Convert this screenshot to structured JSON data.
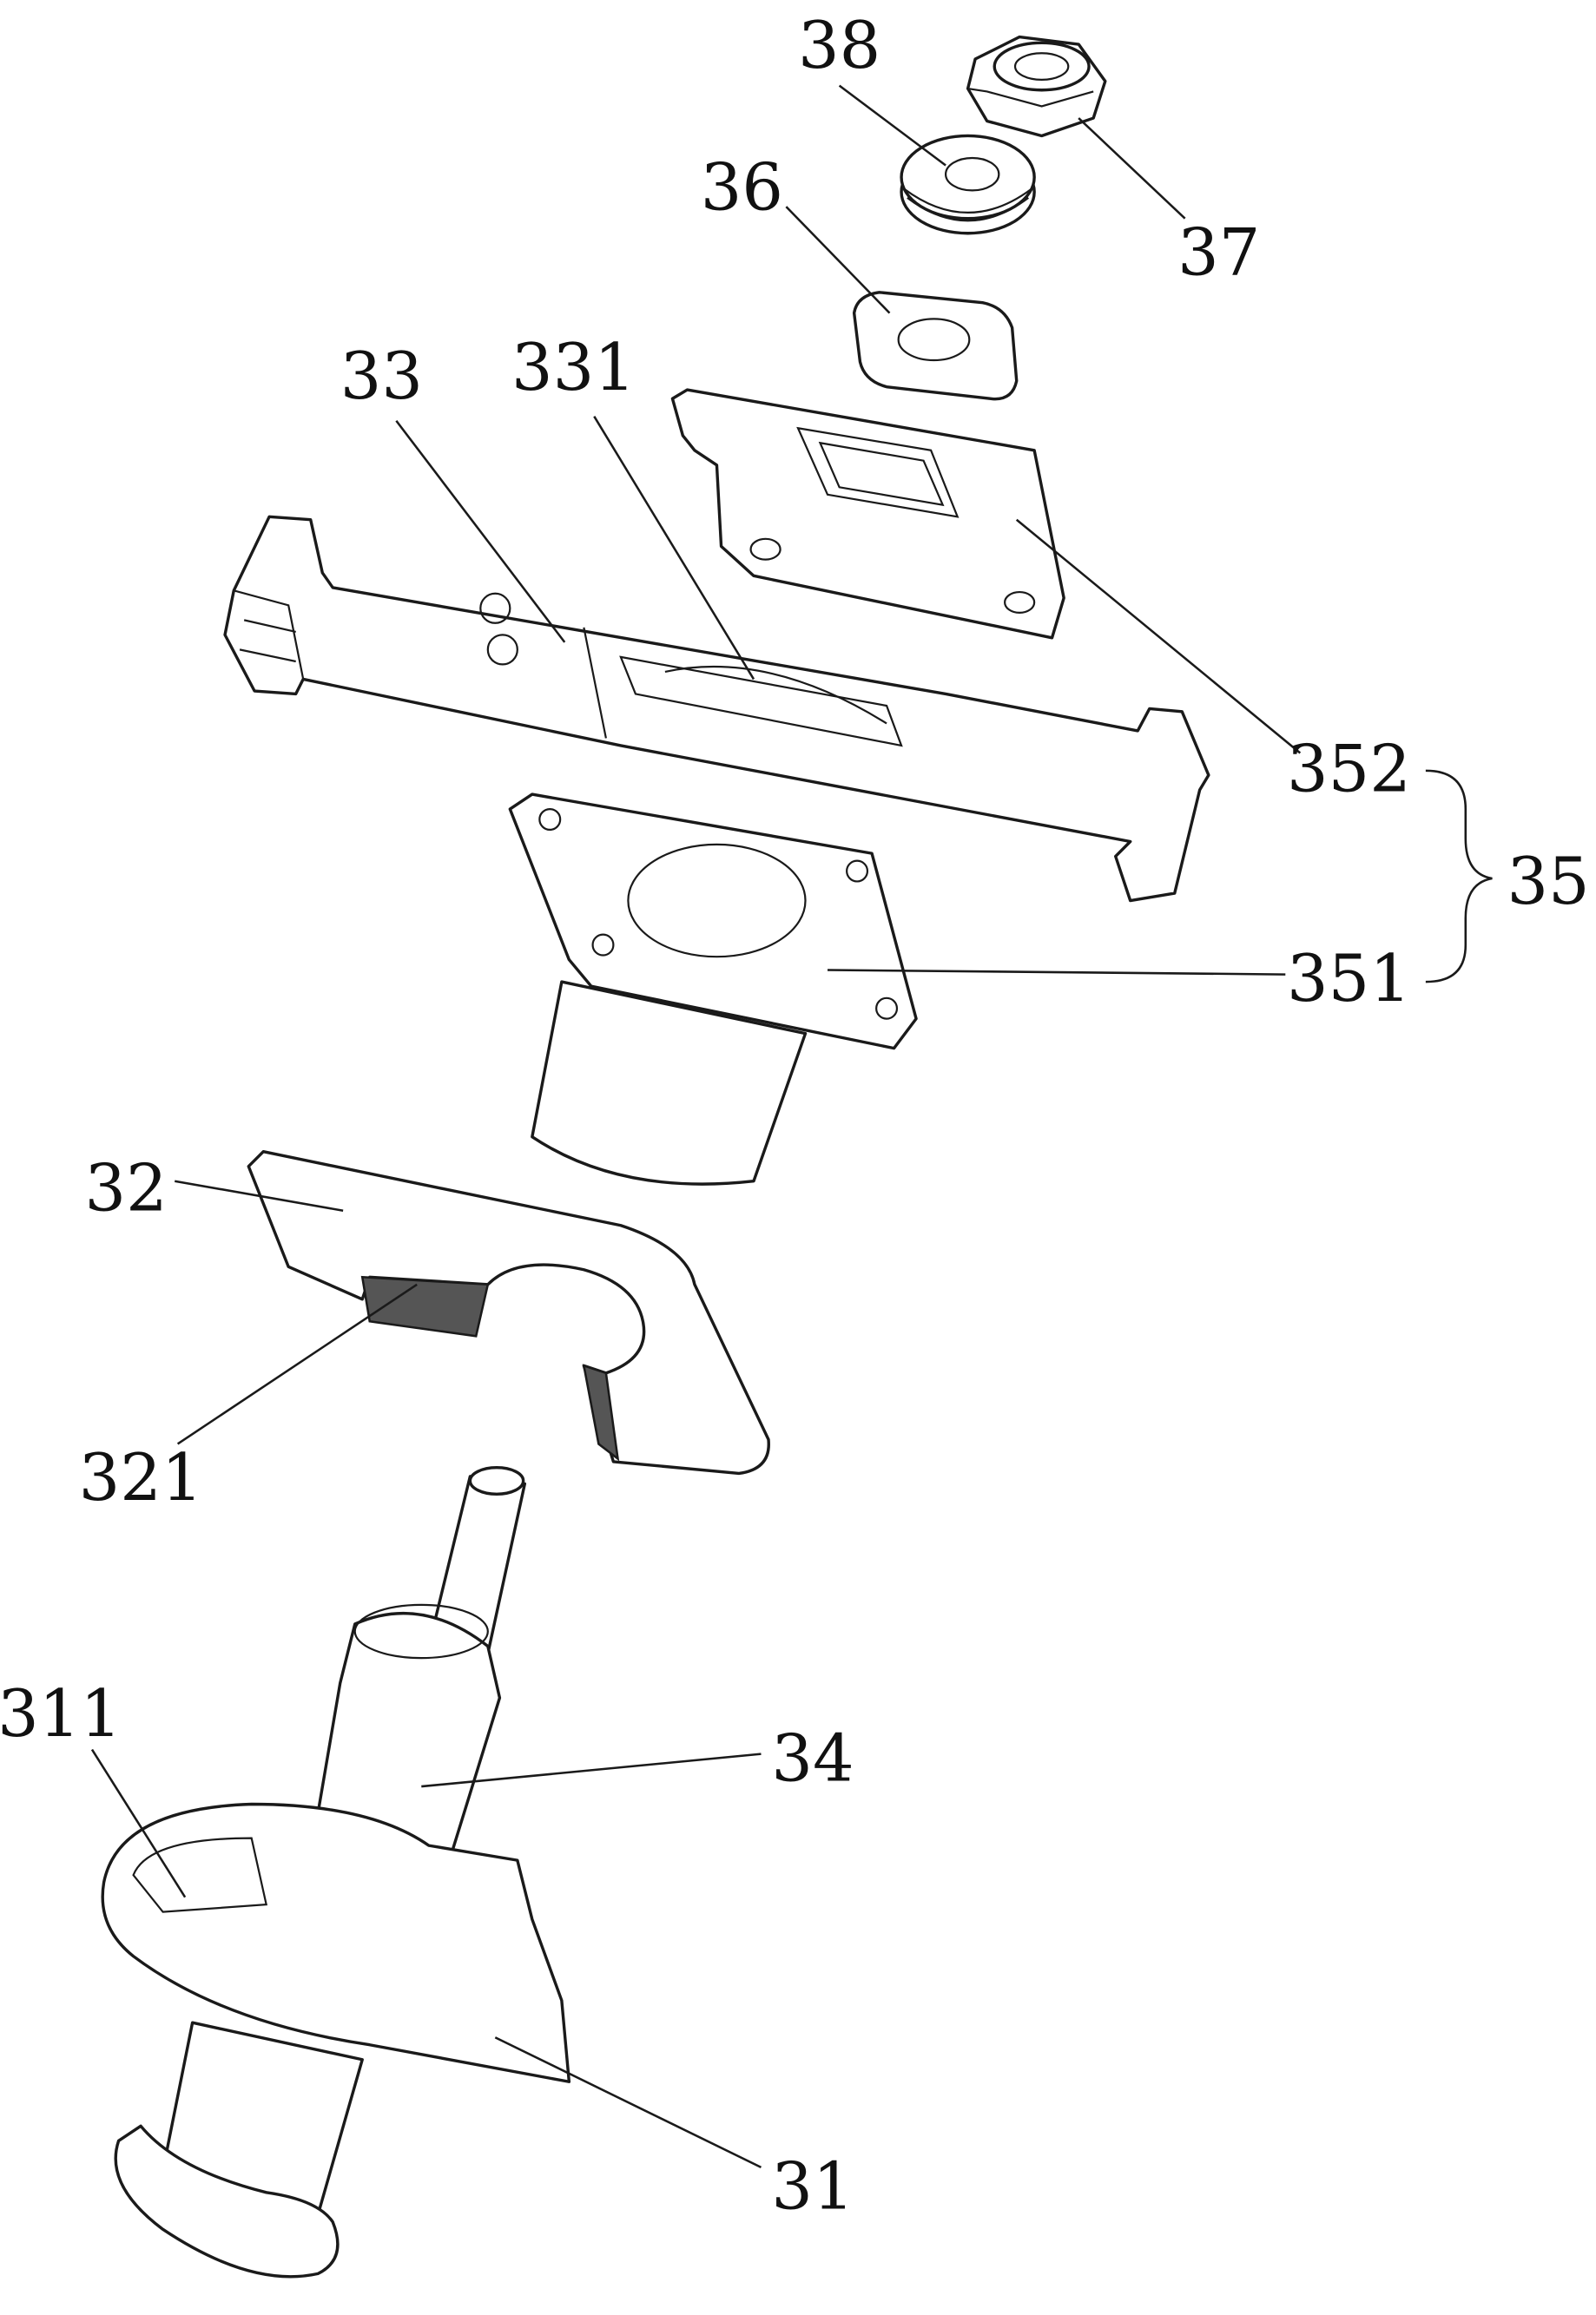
{
  "figure": {
    "type": "exploded assembly patent drawing",
    "labels": {
      "l38": "38",
      "l37": "37",
      "l36": "36",
      "l33": "33",
      "l331": "331",
      "l352": "352",
      "l35": "35",
      "l351": "351",
      "l32": "32",
      "l321": "321",
      "l311": "311",
      "l34": "34",
      "l31": "31"
    },
    "line_color": "#1a1a1a",
    "background": "#ffffff"
  }
}
